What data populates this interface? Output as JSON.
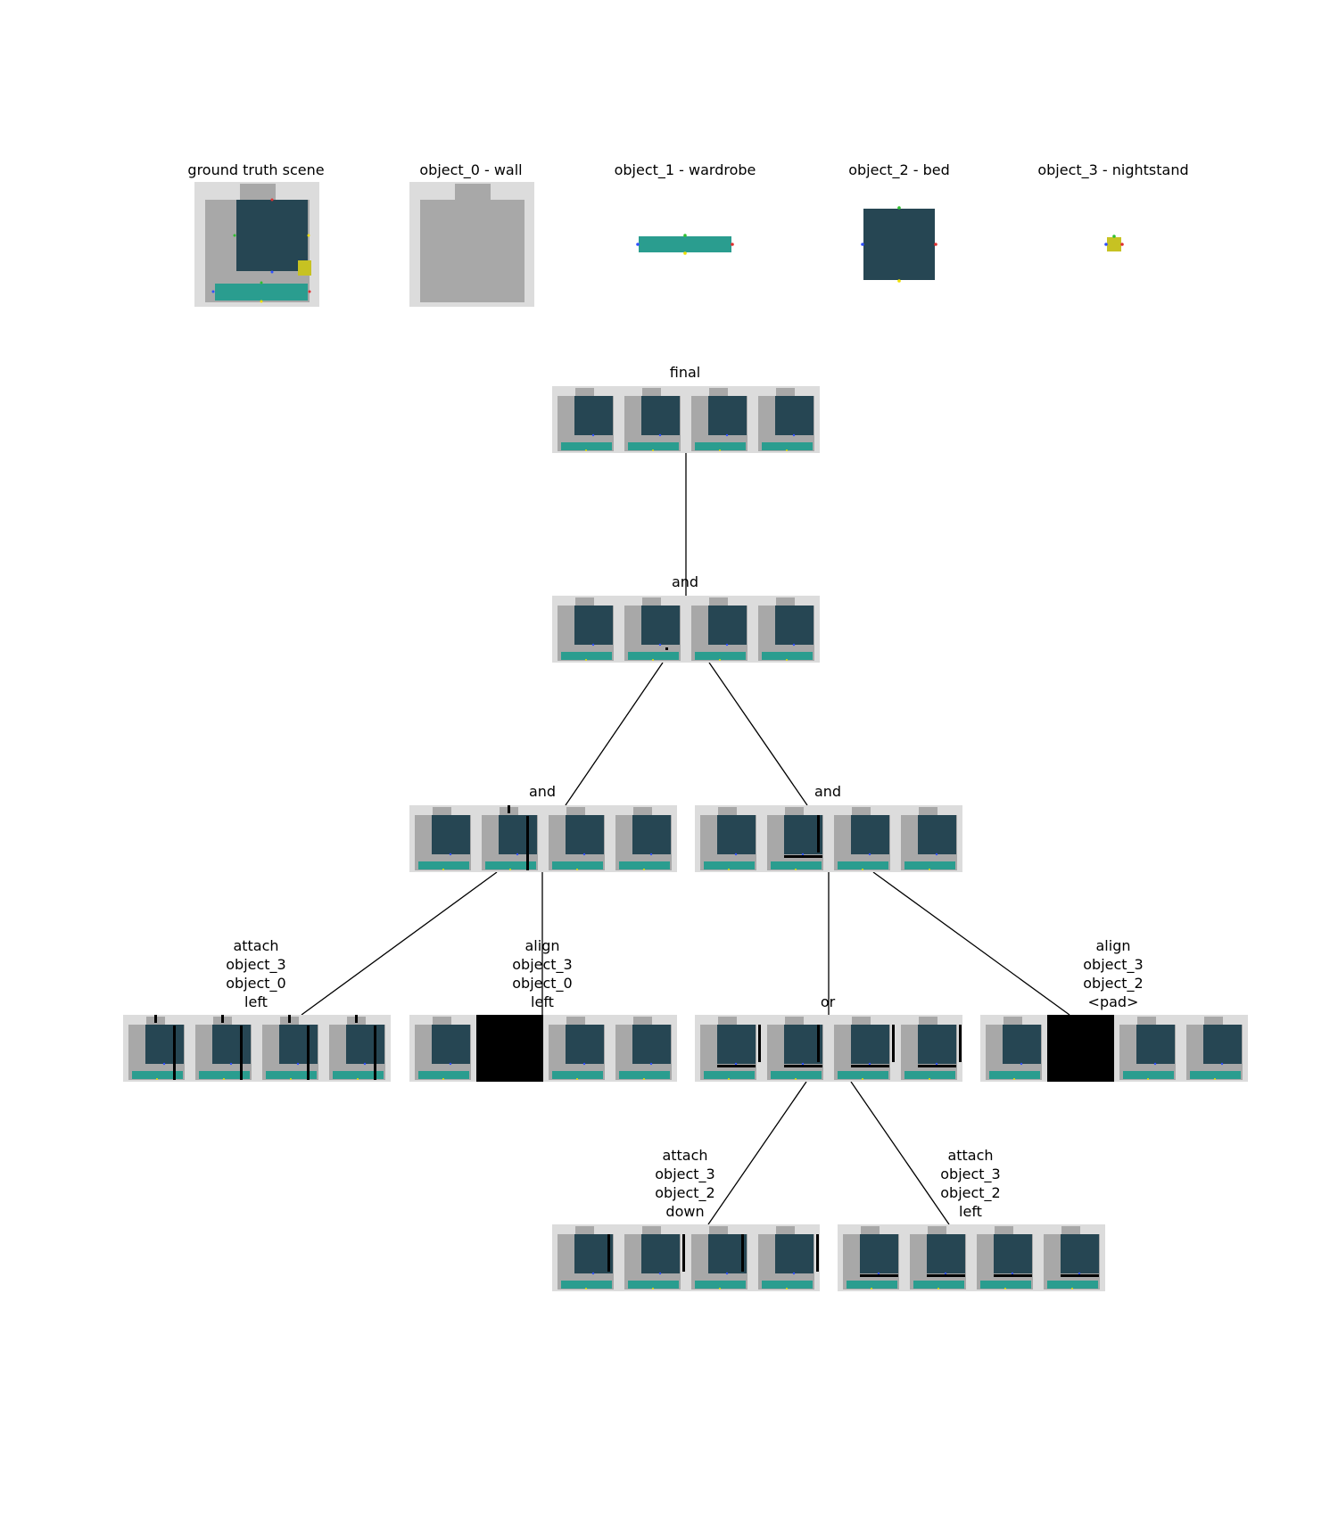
{
  "header": {
    "ground_truth": "ground truth scene",
    "objects": [
      "object_0 - wall",
      "object_1 - wardrobe",
      "object_2 - bed",
      "object_3 - nightstand"
    ]
  },
  "tree": {
    "final": "final",
    "and_root": "and",
    "and_left": "and",
    "and_right": "and",
    "attach_l": "attach\nobject_3\nobject_0\nleft",
    "align_l": "align\nobject_3\nobject_0\nleft",
    "or": "or",
    "align_r": "align\nobject_3\nobject_2\n<pad>",
    "attach_down": "attach\nobject_3\nobject_2\ndown",
    "attach_left": "attach\nobject_3\nobject_2\nleft"
  },
  "colors": {
    "room_bg": "#dcdcdc",
    "wall": "#a8a8a8",
    "bed": "#264653",
    "wardrobe": "#2a9d8f",
    "nightstand": "#c7c222",
    "marker_line": "#000000",
    "edge": "#000000"
  },
  "marker_icons": [
    "red-tick",
    "green-tick",
    "blue-tick",
    "yellow-tick"
  ]
}
